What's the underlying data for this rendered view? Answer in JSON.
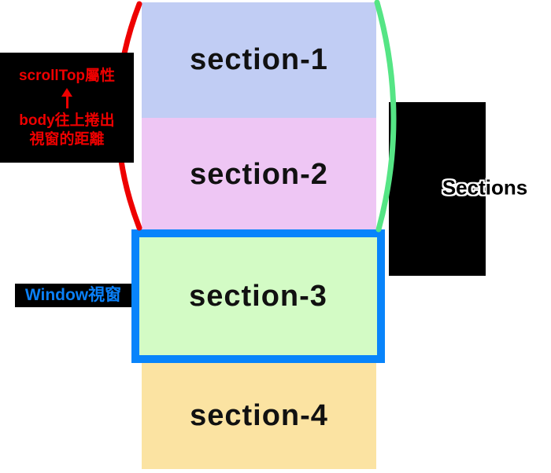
{
  "colors": {
    "background": "#ffffff",
    "section1_bg": "#c1cdf4",
    "section2_bg": "#eec6f4",
    "section3_bg": "#d3fbc5",
    "section4_bg": "#fbe3a2",
    "window_border_blue": "#0884fb",
    "window_label_blue": "#0a80f8",
    "annotation_red": "#ee0000",
    "arc_red": "#ee0000",
    "arc_green": "#55e585",
    "box_black": "#000000",
    "watermark_fill": "#000000",
    "watermark_outline": "#ffffff"
  },
  "sections": [
    {
      "label": "section-1",
      "bg": "#c1cdf4"
    },
    {
      "label": "section-2",
      "bg": "#eec6f4"
    },
    {
      "label": "section-3",
      "bg": "#d3fbc5"
    },
    {
      "label": "section-4",
      "bg": "#fbe3a2"
    }
  ],
  "annotations": {
    "scrolltop": {
      "line1": "scrollTop屬性",
      "arrow_glyph": "↑",
      "line2": "body往上捲出",
      "line3": "視窗的距離"
    },
    "window_label": "Window視窗",
    "watermark": "Sections"
  }
}
